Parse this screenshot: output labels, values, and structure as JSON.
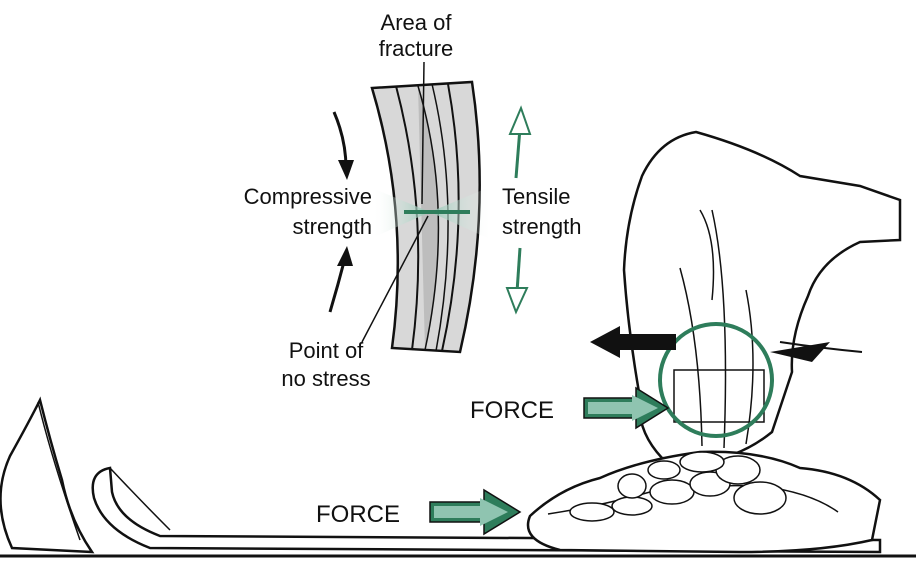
{
  "labels": {
    "area_of_fracture_line1": "Area of",
    "area_of_fracture_line2": "fracture",
    "compressive_line1": "Compressive",
    "compressive_line2": "strength",
    "tensile_line1": "Tensile",
    "tensile_line2": "strength",
    "no_stress_line1": "Point of",
    "no_stress_line2": "no stress",
    "force_upper": "FORCE",
    "force_lower": "FORCE"
  },
  "colors": {
    "accent_green": "#2e7d5b",
    "shade_green": "#8fc4b0",
    "bone_gray": "#c9c9c9",
    "ink": "#111111"
  }
}
